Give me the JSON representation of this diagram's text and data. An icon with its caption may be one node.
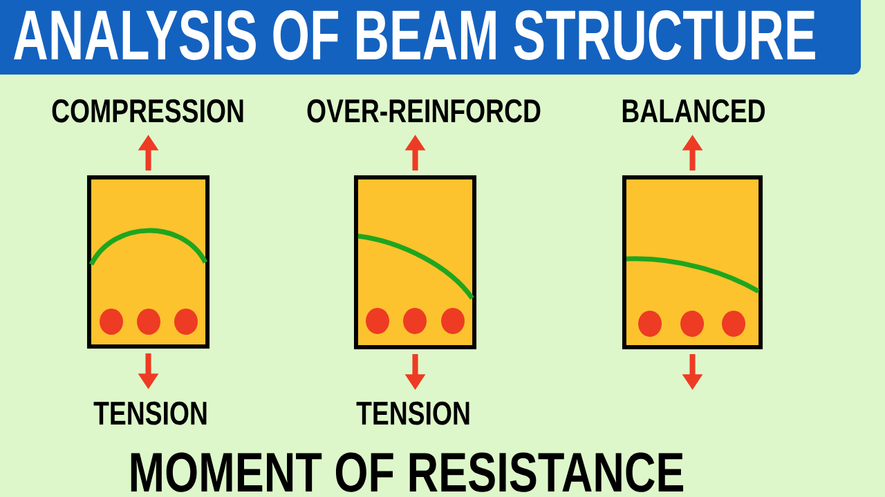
{
  "diagram": {
    "title": "ANALYSIS OF BEAM STRUCTURE",
    "caption": "MOMENT OF RESISTANCE",
    "nodes": [
      {
        "text": [
          "COMPRESSION"
        ],
        "beside": [
          "TENSION"
        ]
      },
      {
        "text": [
          "OVER-REINFORCD"
        ],
        "beside": [
          "TENSION"
        ]
      },
      {
        "text": [
          "BALANCED"
        ]
      }
    ]
  }
}
